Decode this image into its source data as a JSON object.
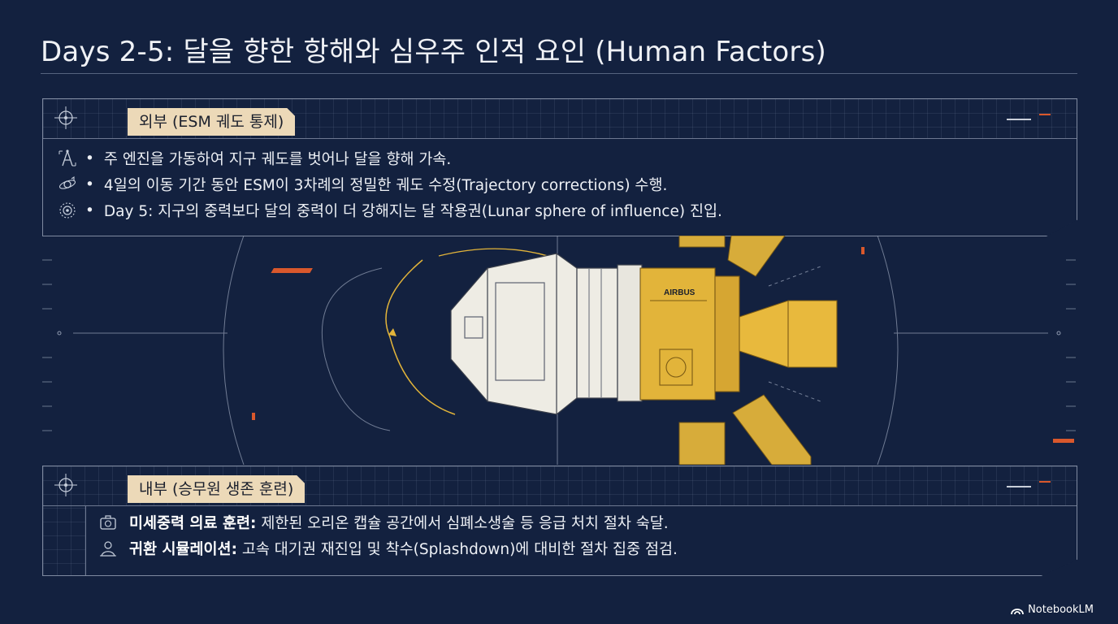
{
  "title": "Days 2-5: 달을 향한 항해와 심우주 인적 요인 (Human Factors)",
  "external": {
    "label": "외부 (ESM 궤도 통제)",
    "items": [
      {
        "icon": "compass-icon",
        "text": "주 엔진을 가동하여 지구 궤도를 벗어나 달을 향해 가속."
      },
      {
        "icon": "orbit-icon",
        "text": "4일의 이동 기간 동안 ESM이 3차례의 정밀한 궤도 수정(Trajectory corrections) 수행."
      },
      {
        "icon": "gravity-icon",
        "text": "Day 5: 지구의 중력보다 달의 중력이 더 강해지는 달 작용권(Lunar sphere of influence) 진입."
      }
    ]
  },
  "internal": {
    "label": "내부 (승무원 생존 훈련)",
    "items": [
      {
        "icon": "medical-kit-icon",
        "title": "미세중력 의료 훈련:",
        "text": " 제한된 오리온 캡슐 공간에서 심폐소생술 등 응급 처치 절차 숙달."
      },
      {
        "icon": "simulation-icon",
        "title": "귀환 시뮬레이션:",
        "text": " 고속 대기권 재진입 및 착수(Splashdown)에 대비한 절차 집중 점검."
      }
    ]
  },
  "diagram": {
    "module_label": "AIRBUS"
  },
  "brand": "NotebookLM",
  "colors": {
    "background": "#13213f",
    "tab": "#ecd9b8",
    "gold": "#e2b43a",
    "accent": "#d9582c"
  }
}
